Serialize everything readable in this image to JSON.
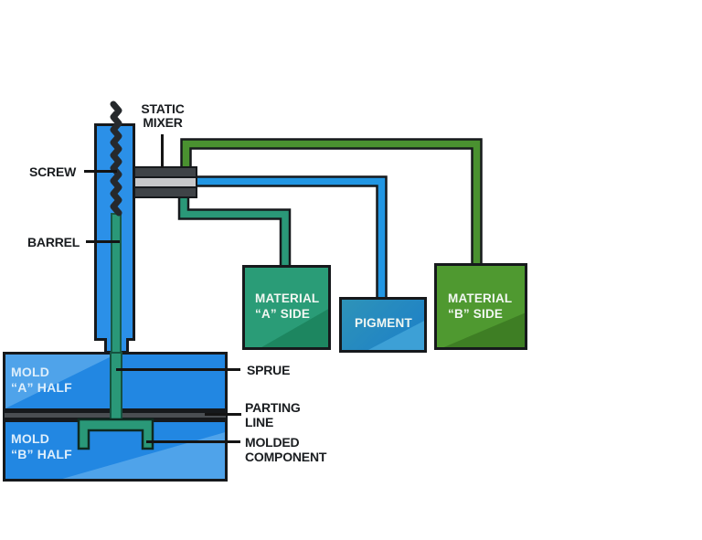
{
  "annotations": {
    "static_mixer": {
      "line1": "STATIC",
      "line2": "MIXER"
    },
    "screw": "SCREW",
    "barrel": "BARREL",
    "sprue": "SPRUE",
    "parting_line": {
      "line1": "PARTING",
      "line2": "LINE"
    },
    "molded_component": {
      "line1": "MOLDED",
      "line2": "COMPONENT"
    }
  },
  "mold": {
    "a_half": {
      "line1": "MOLD",
      "line2": "“A” HALF"
    },
    "b_half": {
      "line1": "MOLD",
      "line2": "“B” HALF"
    }
  },
  "supply_boxes": {
    "material_a": {
      "line1": "MATERIAL",
      "line2": "“A” SIDE"
    },
    "pigment": {
      "line1": "PIGMENT"
    },
    "material_b": {
      "line1": "MATERIAL",
      "line2": "“B” SIDE"
    }
  },
  "colors": {
    "machine_blue": "#2b90e8",
    "mold_blue": "#2287e2",
    "mold_highlight": "#4fa3ea",
    "box_a": "#2a9c77",
    "box_a_shade": "#1d8660",
    "pigment_start": "#2e93b8",
    "pigment_end": "#1c7fc9",
    "pigment_shade": "#3da0d6",
    "box_b": "#4f9930",
    "box_b_shade": "#3e7e24",
    "tube_a": "#2a9878",
    "tube_pigment": "#2196e3",
    "tube_b": "#4a9130",
    "melt_green": "#2a9878",
    "mixer_dark": "#3f4347",
    "mixer_light": "#c7c8ca",
    "parting_gray": "#4a4e52",
    "outline": "#16191c",
    "text_dark": "#1a1d20",
    "text_light": "#ddeefb"
  }
}
